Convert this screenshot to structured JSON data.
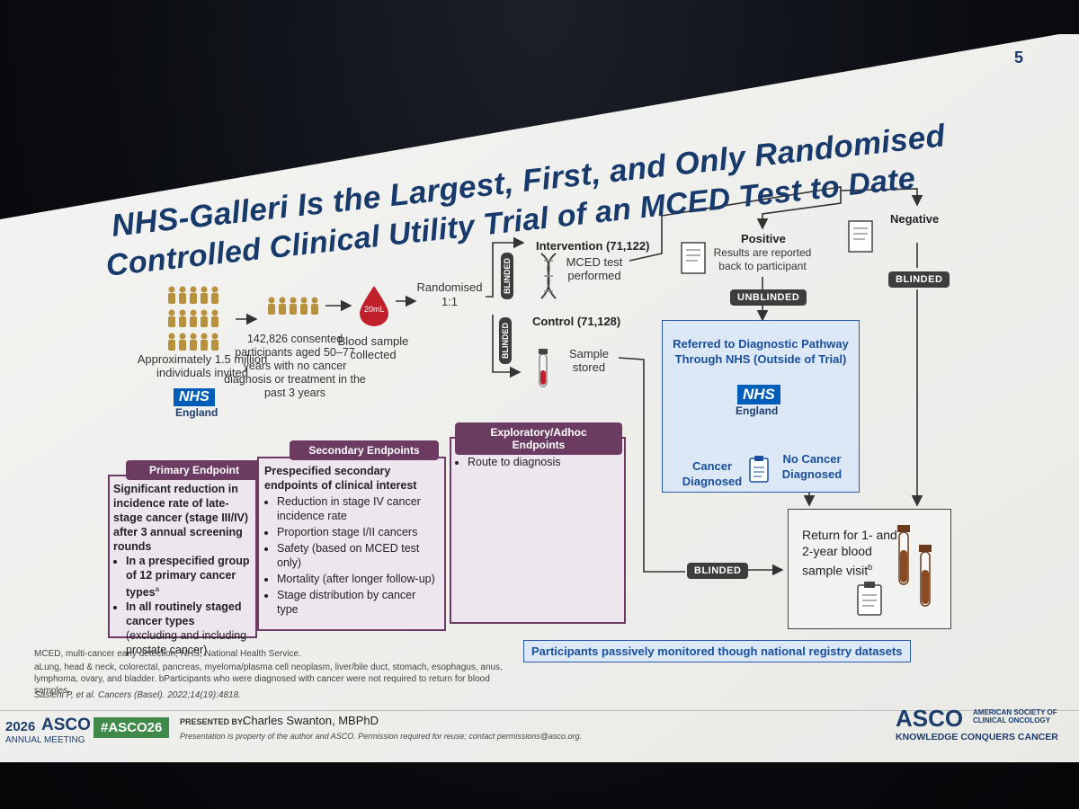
{
  "slide_number": "5",
  "title": {
    "line1": "NHS-Galleri Is the Largest, First, and Only Randomised",
    "line2": "Controlled Clinical Utility Trial of an MCED Test to Date"
  },
  "flow": {
    "invited_label": "Approximately 1.5 million individuals invited",
    "nhs_logo": "NHS",
    "nhs_region": "England",
    "consented_label": "142,826 consented participants aged 50–77 years with no cancer diagnosis or treatment in the past 3 years",
    "blood_volume": "20mL",
    "blood_label": "Blood sample collected",
    "randomised_label": "Randomised 1:1",
    "blinded_tag": "BLINDED",
    "unblinded_tag": "UNBLINDED",
    "intervention_heading": "Intervention (71,122)",
    "intervention_text": "MCED test performed",
    "control_heading": "Control (71,128)",
    "control_text": "Sample stored",
    "positive_heading": "Positive",
    "positive_text": "Results are reported back to participant",
    "negative_heading": "Negative",
    "referred_text": "Referred to Diagnostic Pathway Through NHS (Outside of Trial)",
    "cancer_diagnosed": "Cancer Diagnosed",
    "no_cancer_diagnosed": "No Cancer Diagnosed",
    "return_text": "Return for 1- and 2-year blood sample visit",
    "return_sup": "b",
    "registry_text": "Participants passively monitored though national registry datasets"
  },
  "endpoints": {
    "primary": {
      "heading": "Primary Endpoint",
      "main": "Significant reduction in incidence rate of late-stage cancer (stage III/IV) after 3 annual screening rounds",
      "bullet1": "In a prespecified group of 12 primary cancer types",
      "bullet1_sup": "a",
      "bullet2": "In all routinely staged cancer types",
      "bullet2_note": "(excluding and including prostate cancer)"
    },
    "secondary": {
      "heading": "Secondary Endpoints",
      "intro": "Prespecified secondary endpoints of clinical interest",
      "items": [
        "Reduction in stage IV cancer incidence rate",
        "Proportion stage I/II cancers",
        "Safety (based on MCED test only)",
        "Mortality (after longer follow-up)",
        "Stage distribution by cancer type"
      ]
    },
    "exploratory": {
      "heading": "Exploratory/Adhoc Endpoints",
      "items": [
        "Route to diagnosis"
      ]
    }
  },
  "footnotes": {
    "abbrev": "MCED, multi-cancer early detection; NHS, National Health Service.",
    "note_a": "aLung, head & neck, colorectal, pancreas, myeloma/plasma cell neoplasm, liver/bile duct, stomach, esophagus, anus, lymphoma, ovary, and bladder. bParticipants who were diagnosed with cancer were not required to return for blood samples.",
    "reference": "Sasieni P, et al. Cancers (Basel). 2022;14(19):4818."
  },
  "footer": {
    "meeting_year": "2026",
    "meeting_org": "ASCO",
    "meeting_sub": "ANNUAL MEETING",
    "hashtag": "#ASCO26",
    "presented_by_label": "PRESENTED BY:",
    "presenter": "Charles Swanton, MBPhD",
    "notice": "Presentation is property of the author and ASCO. Permission required for reuse; contact permissions@asco.org.",
    "asco_logo": "ASCO",
    "asco_name": "AMERICAN SOCIETY OF CLINICAL ONCOLOGY",
    "tagline": "KNOWLEDGE CONQUERS CANCER"
  },
  "colors": {
    "title_blue": "#173a6b",
    "nhs_blue": "#005eb8",
    "endpoint_purple": "#6b3b62",
    "referral_box": "#dce8f5",
    "gold": "#b8913f",
    "blood_red": "#c0202a"
  }
}
